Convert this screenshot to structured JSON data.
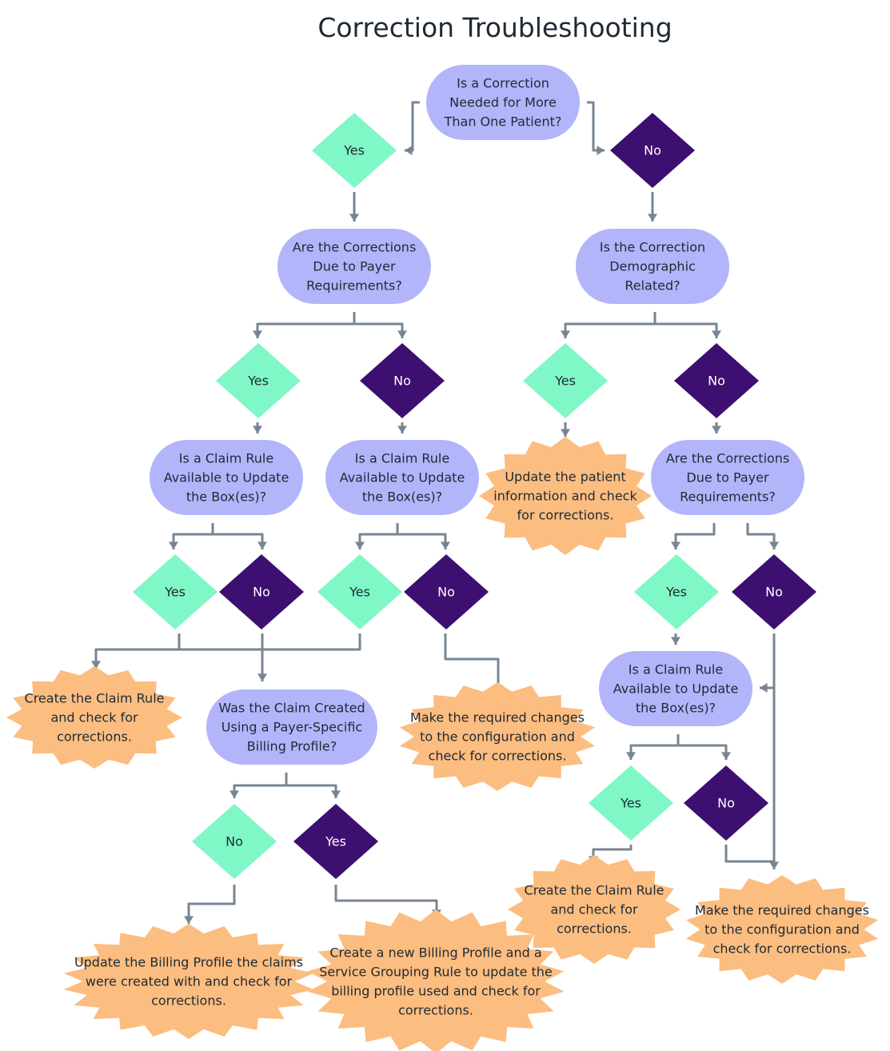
{
  "title": "Correction Troubleshooting",
  "colors": {
    "question": "#b3b5fb",
    "yes": "#7ff7c6",
    "no": "#3d0f70",
    "action": "#fcbd80",
    "connector": "#778593",
    "text": "#1f2933"
  },
  "nodes": {
    "q1": [
      "Is a Correction",
      "Needed for More",
      "Than One Patient?"
    ],
    "d1_yes": [
      "Yes"
    ],
    "d1_no": [
      "No"
    ],
    "q2": [
      "Are the Corrections",
      "Due to Payer",
      "Requirements?"
    ],
    "q3": [
      "Is the Correction",
      "Demographic",
      "Related?"
    ],
    "d2_yes": [
      "Yes"
    ],
    "d2_no": [
      "No"
    ],
    "d3_yes": [
      "Yes"
    ],
    "d3_no": [
      "No"
    ],
    "q4": [
      "Is a Claim Rule",
      "Available to Update",
      "the Box(es)?"
    ],
    "q5": [
      "Is a Claim Rule",
      "Available to Update",
      "the Box(es)?"
    ],
    "a_patient": [
      "Update the patient",
      "information and check",
      "for corrections."
    ],
    "q6": [
      "Are the Corrections",
      "Due to Payer",
      "Requirements?"
    ],
    "d4_yes": [
      "Yes"
    ],
    "d4_no": [
      "No"
    ],
    "d5_yes": [
      "Yes"
    ],
    "d5_no": [
      "No"
    ],
    "d6_yes": [
      "Yes"
    ],
    "d6_no": [
      "No"
    ],
    "a_create_rule_1": [
      "Create the Claim Rule",
      "and check for",
      "corrections."
    ],
    "q7": [
      "Was the Claim Created",
      "Using a Payer-Specific",
      "Billing Profile?"
    ],
    "a_config_1": [
      "Make the required changes",
      "to the configuration and",
      "check for corrections."
    ],
    "q8": [
      "Is a Claim Rule",
      "Available to Update",
      "the Box(es)?"
    ],
    "d7_yes": [
      "Yes"
    ],
    "d7_no": [
      "No"
    ],
    "d8_yes": [
      "Yes"
    ],
    "d8_no": [
      "No"
    ],
    "a_create_rule_2": [
      "Create the Claim Rule",
      "and check for",
      "corrections."
    ],
    "a_config_2": [
      "Make the required changes",
      "to the configuration and",
      "check for corrections."
    ],
    "a_update_profile": [
      "Update the Billing Profile the claims",
      "were created with and check for",
      "corrections."
    ],
    "a_new_profile": [
      "Create a new Billing Profile and a",
      "Service Grouping Rule to update the",
      "billing profile used and check for",
      "corrections."
    ]
  }
}
